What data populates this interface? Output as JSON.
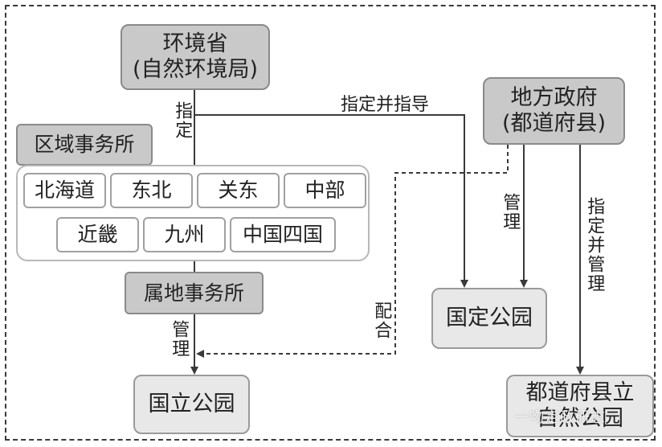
{
  "nodes": {
    "ministry_line1": "环境省",
    "ministry_line2": "(自然环境局)",
    "local_gov_line1": "地方政府",
    "local_gov_line2": "(都道府县)",
    "regional_office": "区域事务所",
    "regions": [
      "北海道",
      "东北",
      "关东",
      "中部",
      "近畿",
      "九州",
      "中国四国"
    ],
    "local_office": "属地事务所",
    "national_park": "国立公园",
    "quasi_national_park": "国定公园",
    "prefectural_park_line1": "都道府县立",
    "prefectural_park_line2": "自然公园"
  },
  "edges": {
    "designate": "指定",
    "designate_and_guide": "指定并指导",
    "manage_left": "管理",
    "manage_right": "管理",
    "cooperate": "配合",
    "designate_and_manage": "指定并管理"
  },
  "watermark": "一吻定政研志",
  "colors": {
    "box_fill_dark": "#c9c9c9",
    "box_fill_light": "#e8e8e8",
    "line": "#3a3a3a"
  }
}
